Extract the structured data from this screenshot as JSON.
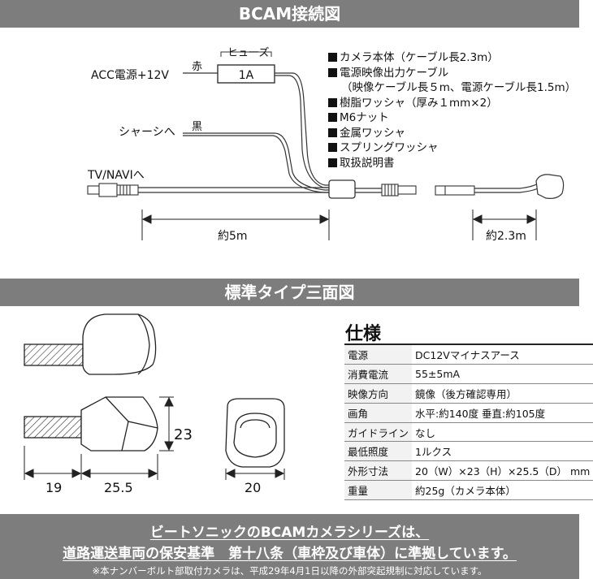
{
  "header1": {
    "title": "BCAM接続図"
  },
  "wiring": {
    "acc_label": "ACC電源+12V",
    "red_label": "赤",
    "fuse_label": "ヒューズ",
    "fuse_value": "1A",
    "chassis_label": "シャーシへ",
    "black_label": "黒",
    "tvnavi_label": "TV/NAVIへ",
    "length_5m": "約5m",
    "length_2_3m": "約2.3m"
  },
  "parts": {
    "item1": "カメラ本体（ケーブル長2.3m）",
    "item2": "電源映像出力ケーブル",
    "item2_sub": "（映像ケーブル長５m、電源ケーブル長1.5m）",
    "item3": "樹脂ワッシャ（厚み１mm×2）",
    "item4": "M6ナット",
    "item5": "金属ワッシャ",
    "item6": "スプリングワッシャ",
    "item7": "取扱説明書"
  },
  "header2": {
    "title": "標準タイプ三面図"
  },
  "dims": {
    "height": "23",
    "cable": "19",
    "depth": "25.5",
    "width": "20"
  },
  "spec": {
    "title": "仕様",
    "rows": [
      {
        "key": "電源",
        "value": "DC12Vマイナスアース"
      },
      {
        "key": "消費電流",
        "value": "55±5mA"
      },
      {
        "key": "映像方向",
        "value": "鏡像（後方確認専用）"
      },
      {
        "key": "画角",
        "value": "水平:約140度 垂直:約105度"
      },
      {
        "key": "ガイドライン",
        "value": "なし"
      },
      {
        "key": "最低照度",
        "value": "1ルクス"
      },
      {
        "key": "外形寸法",
        "value": "20（W）×23（H）×25.5（D） mm"
      },
      {
        "key": "重量",
        "value": "約25g（カメラ本体）"
      }
    ]
  },
  "footer": {
    "line1": "ビートソニックのBCAMカメラシリーズは、",
    "line2": "道路運送車両の保安基準　第十八条（車枠及び車体）に準拠しています。",
    "note": "※本ナンバーボルト部取付カメラは、平成29年4月1日以降の外部突起規制に対応しています。"
  }
}
